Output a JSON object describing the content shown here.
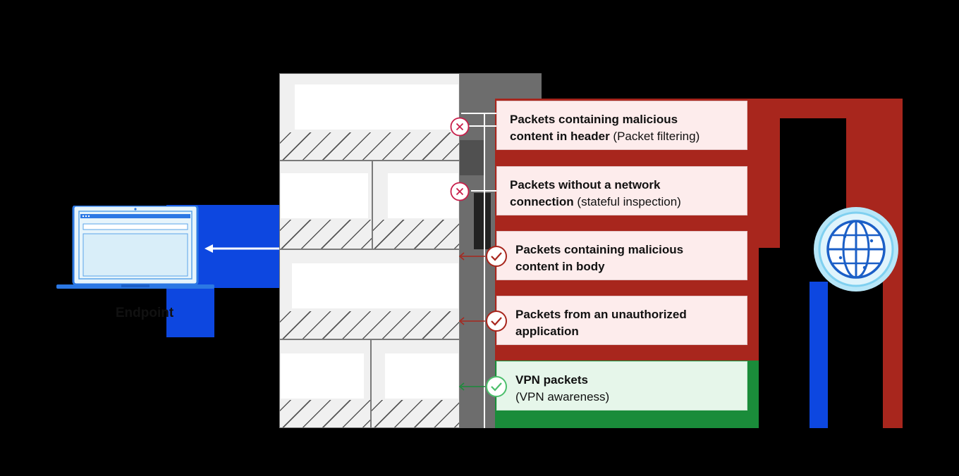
{
  "rules": [
    {
      "bold": "Packets containing malicious",
      "bold2": "content in header",
      "normal": "(Packet filtering)",
      "status": "blocked"
    },
    {
      "bold": "Packets without a network",
      "bold2": "connection",
      "normal": "(stateful inspection)",
      "status": "blocked"
    },
    {
      "bold": "Packets containing malicious",
      "bold2": "content in body",
      "normal": "",
      "status": "allowed-red"
    },
    {
      "bold": "Packets from an unauthorized",
      "bold2": "application",
      "normal": "",
      "status": "allowed-red"
    },
    {
      "bold": "VPN packets",
      "bold2": "",
      "normal": "(VPN awareness)",
      "status": "allowed-green"
    }
  ],
  "endpoint_label": "Endpoint",
  "colors": {
    "red_zone": "#a8261d",
    "green_zone": "#1a8c3a",
    "blue": "#0d47e0",
    "blocked_icon": "#c81e4a",
    "allowed_red_icon": "#a8261d",
    "allowed_green_icon": "#4cbf6c"
  }
}
